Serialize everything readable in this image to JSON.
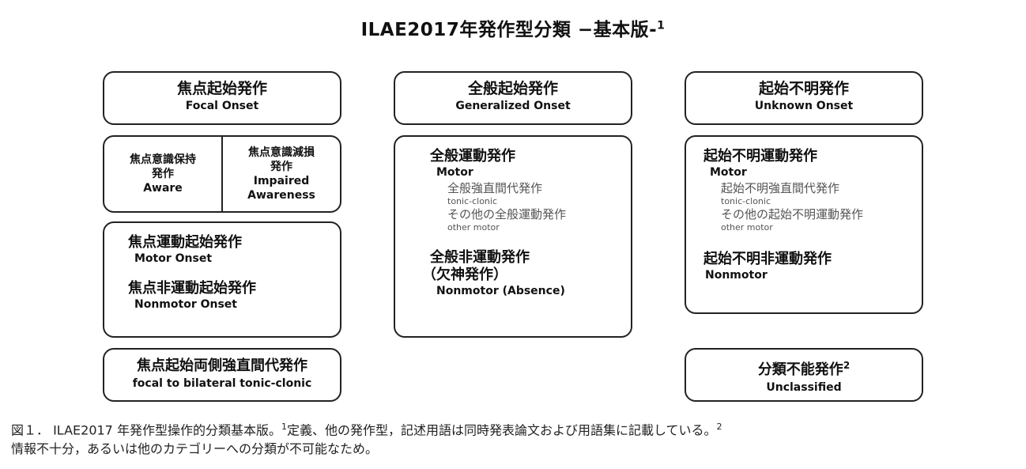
{
  "title": "ILAE2017年発作型分類 −基本版-",
  "title_sup": "1",
  "focal": {
    "header_ja": "焦点起始発作",
    "header_en": "Focal Onset",
    "aware_ja1": "焦点意識保持",
    "aware_ja2": "発作",
    "aware_en": "Aware",
    "impaired_ja1": "焦点意識減損",
    "impaired_ja2": "発作",
    "impaired_en1": "Impaired",
    "impaired_en2": "Awareness",
    "motor_ja": "焦点運動起始発作",
    "motor_en": "Motor Onset",
    "nonmotor_ja": "焦点非運動起始発作",
    "nonmotor_en": "Nonmotor Onset",
    "bilateral_ja": "焦点起始両側強直間代発作",
    "bilateral_en": "focal to bilateral tonic-clonic"
  },
  "generalized": {
    "header_ja": "全般起始発作",
    "header_en": "Generalized Onset",
    "motor_ja": "全般運動発作",
    "motor_en": "Motor",
    "tc_ja": "全般強直間代発作",
    "tc_en": "tonic-clonic",
    "other_ja": "その他の全般運動発作",
    "other_en": "other motor",
    "nonmotor_ja": "全般非運動発作",
    "absence_ja": "（欠神発作）",
    "nonmotor_en": "Nonmotor (Absence)"
  },
  "unknown": {
    "header_ja": "起始不明発作",
    "header_en": "Unknown Onset",
    "motor_ja": "起始不明運動発作",
    "motor_en": "Motor",
    "tc_ja": "起始不明強直間代発作",
    "tc_en": "tonic-clonic",
    "other_ja": "その他の起始不明運動発作",
    "other_en": "other motor",
    "nonmotor_ja": "起始不明非運動発作",
    "nonmotor_en": "Nonmotor"
  },
  "unclassified": {
    "ja": "分類不能発作",
    "sup": "2",
    "en": "Unclassified"
  },
  "caption": {
    "line1_main": "図１．  ILAE2017 年発作型操作的分類基本版。",
    "sup1": "1",
    "line1_rest": "定義、他の発作型，記述用語は同時発表論文および用語集に記載している。",
    "sup2": "2",
    "line2": "情報不十分，あるいは他のカテゴリーへの分類が不可能なため。"
  }
}
